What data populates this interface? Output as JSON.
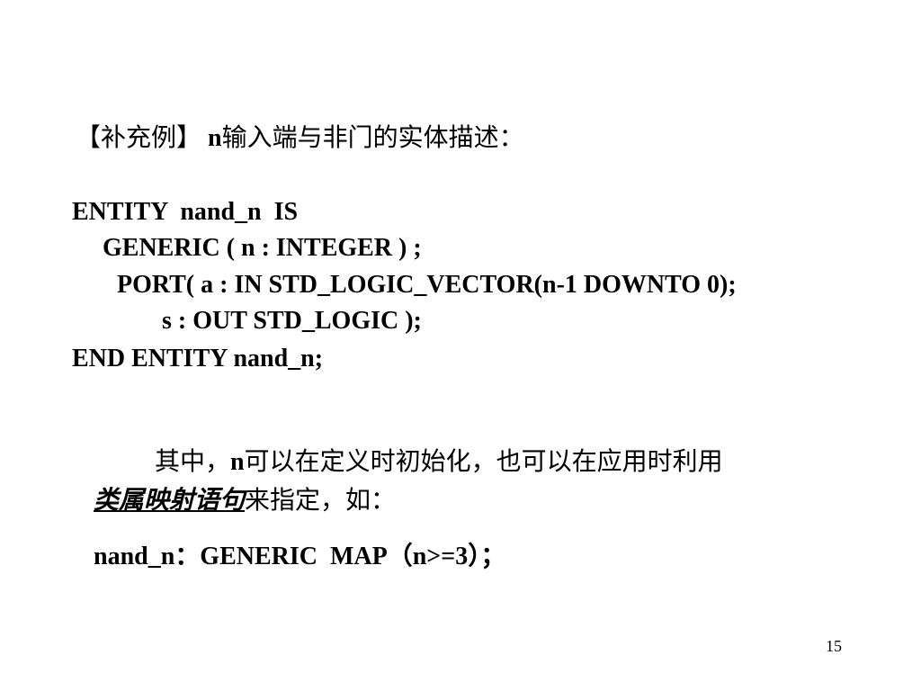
{
  "heading": {
    "tag": "【补充例】",
    "n": " n",
    "text": "输入端与非门的实体描述："
  },
  "code": [
    "ENTITY  nand_n  IS",
    "GENERIC ( n : INTEGER ) ;",
    "PORT( a : IN STD_LOGIC_VECTOR(n-1 DOWNTO 0);",
    "s : OUT STD_LOGIC );",
    "END ENTITY nand_n;"
  ],
  "paragraph": {
    "line1_prefix": "其中，",
    "line1_n": "n",
    "line1_rest": "可以在定义时初始化，也可以在应用时利用",
    "line2_emph": "类属映射语句",
    "line2_rest": "来指定，如："
  },
  "map_statement": "nand_n：GENERIC  MAP（n>=3）；",
  "page_number": "15"
}
